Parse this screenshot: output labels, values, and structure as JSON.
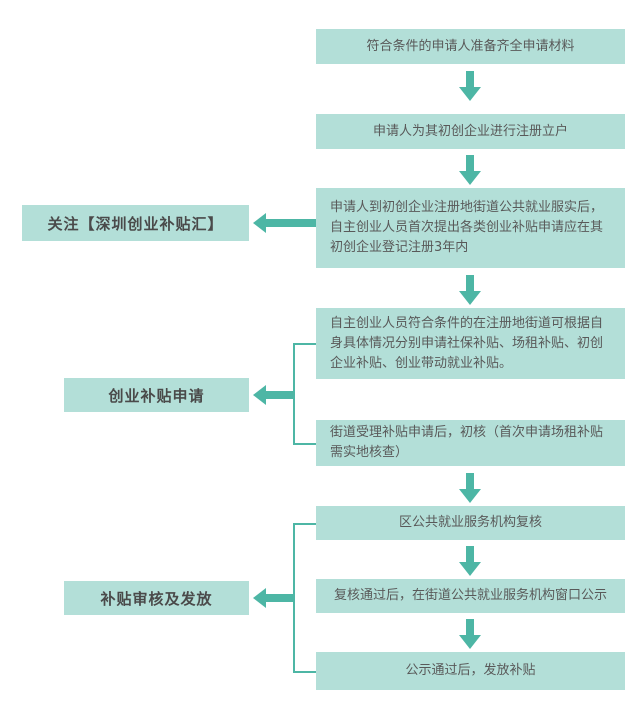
{
  "flowchart": {
    "steps": [
      {
        "text": "符合条件的申请人准备齐全申请材料"
      },
      {
        "text": "申请人为其初创企业进行注册立户"
      },
      {
        "text": "申请人到初创企业注册地街道公共就业服实后，自主创业人员首次提出各类创业补贴申请应在其初创企业登记注册3年内"
      },
      {
        "text": "自主创业人员符合条件的在注册地街道可根据自身具体情况分别申请社保补贴、场租补贴、初创企业补贴、创业带动就业补贴。"
      },
      {
        "text": "街道受理补贴申请后，初核（首次申请场租补贴需实地核查）"
      },
      {
        "text": "区公共就业服务机构复核"
      },
      {
        "text": "复核通过后，在街道公共就业服务机构窗口公示"
      },
      {
        "text": "公示通过后，发放补贴"
      }
    ],
    "side_labels": [
      {
        "text": "关注【深圳创业补贴汇】"
      },
      {
        "text": "创业补贴申请"
      },
      {
        "text": "补贴审核及发放"
      }
    ],
    "colors": {
      "box_background": "#b3dfd8",
      "arrow": "#4db6a5",
      "text": "#595959"
    }
  }
}
